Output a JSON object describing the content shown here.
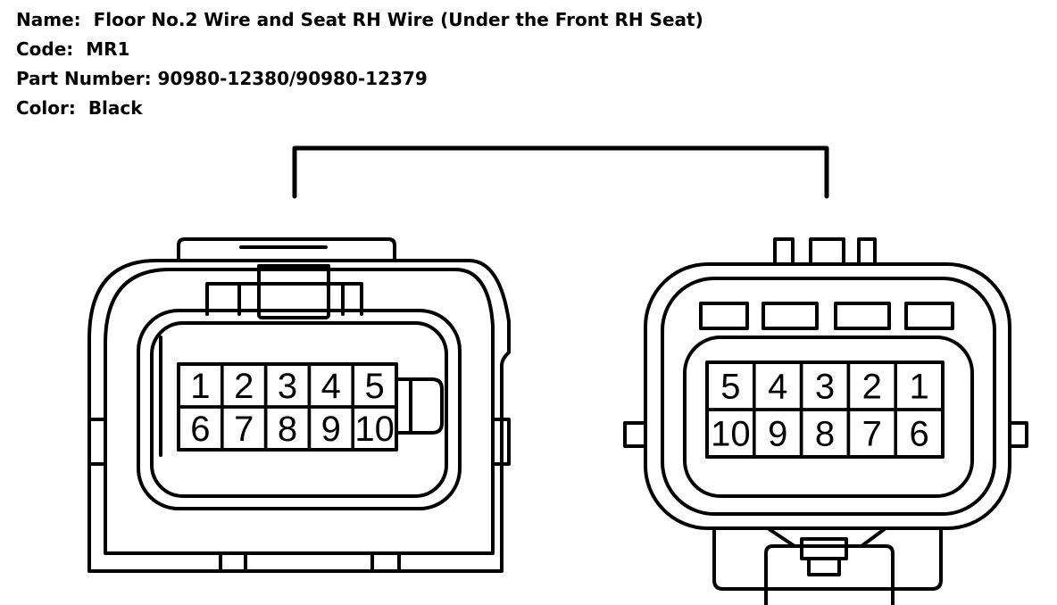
{
  "header": {
    "name_label": "Name:",
    "name_value": "Floor No.2 Wire and Seat RH Wire (Under the Front RH Seat)",
    "code_label": "Code:",
    "code_value": "MR1",
    "part_label": "Part Number:",
    "part_value": "90980-12380/90980-12379",
    "color_label": "Color:",
    "color_value": "Black"
  },
  "connectors": [
    {
      "side": "left",
      "rows": [
        [
          "1",
          "2",
          "3",
          "4",
          "5"
        ],
        [
          "6",
          "7",
          "8",
          "9",
          "10"
        ]
      ]
    },
    {
      "side": "right",
      "rows": [
        [
          "5",
          "4",
          "3",
          "2",
          "1"
        ],
        [
          "10",
          "9",
          "8",
          "7",
          "6"
        ]
      ]
    }
  ],
  "colors": {
    "line": "#000000",
    "background": "#ffffff"
  }
}
